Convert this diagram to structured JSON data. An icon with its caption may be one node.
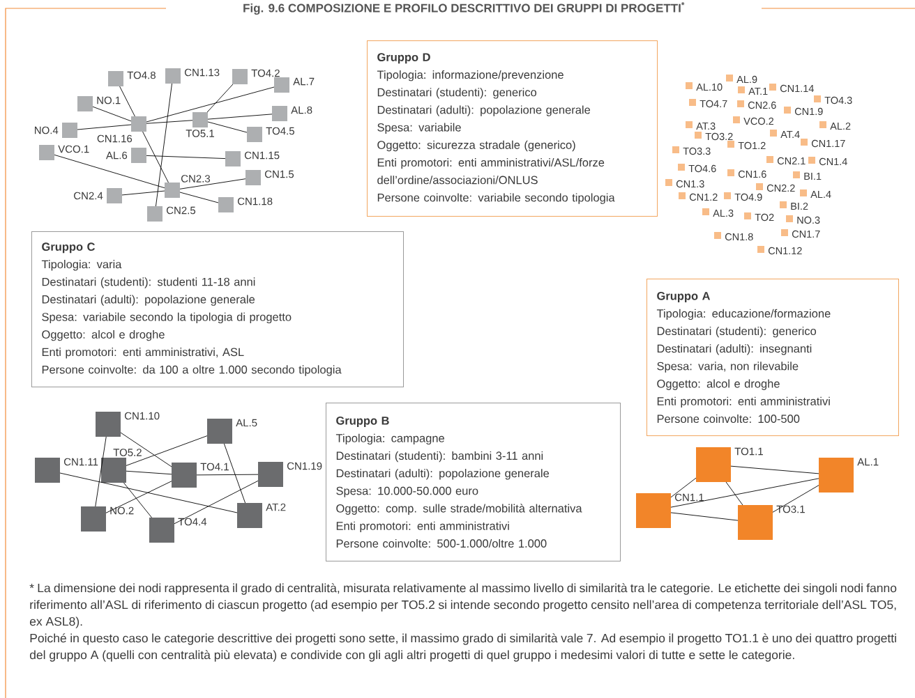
{
  "diagram": {
    "title": "Fig. 9.6 COMPOSIZIONE E PROFILO DESCRITTIVO DEI GRUPPI DI PROGETTI$^{*}$",
    "nodes": [
      {
        "text": [
          "TO4.8"
        ]
      },
      {
        "text": [
          "CN1.13"
        ]
      },
      {
        "text": [
          "TO4.2"
        ]
      },
      {
        "text": [
          "AL.7"
        ]
      },
      {
        "text": [
          "NO.1"
        ]
      },
      {
        "text": [
          "CN1.16"
        ]
      },
      {
        "text": [
          "TO5.1"
        ]
      },
      {
        "text": [
          "AL.8"
        ]
      },
      {
        "text": [
          "NO.4"
        ]
      },
      {
        "text": [
          "TO4.5"
        ]
      },
      {
        "text": [
          "VCO.1"
        ]
      },
      {
        "text": [
          "AL.6"
        ]
      },
      {
        "text": [
          "CN1.15"
        ]
      },
      {
        "text": [
          "CN1.5"
        ]
      },
      {
        "text": [
          "CN2.4"
        ]
      },
      {
        "text": [
          "CN2.3"
        ]
      },
      {
        "text": [
          "CN2.5"
        ]
      },
      {
        "text": [
          "CN1.18"
        ]
      },
      {
        "text": [
          "Gruppo D",
          "Tipologia: informazione/prevenzione",
          "Destinatari (studenti): generico",
          "Destinatari (adulti): popolazione generale",
          "Spesa: variabile",
          "Oggetto: sicurezza stradale (generico)",
          "Enti promotori: enti amministrativi/ASL/forze dell’ordine/associazioni/ONLUS",
          "Persone coinvolte: variabile secondo tipologia"
        ]
      },
      {
        "text": [
          "AL.9"
        ]
      },
      {
        "text": [
          "AL.10"
        ]
      },
      {
        "text": [
          "AT.1"
        ]
      },
      {
        "text": [
          "CN1.14"
        ]
      },
      {
        "text": [
          "TO4.3"
        ]
      },
      {
        "text": [
          "TO4.7"
        ]
      },
      {
        "text": [
          "CN2.6"
        ]
      },
      {
        "text": [
          "CN1.9"
        ]
      },
      {
        "text": [
          "VCO.2"
        ]
      },
      {
        "text": [
          "AL.2"
        ]
      },
      {
        "text": [
          "AT.3"
        ]
      },
      {
        "text": [
          "TO3.2"
        ]
      },
      {
        "text": [
          "AT.4"
        ]
      },
      {
        "text": [
          "CN1.17"
        ]
      },
      {
        "text": [
          "TO1.2"
        ]
      },
      {
        "text": [
          "TO3.3"
        ]
      },
      {
        "text": [
          "CN2.1"
        ]
      },
      {
        "text": [
          "CN1.4"
        ]
      },
      {
        "text": [
          "TO4.6"
        ]
      },
      {
        "text": [
          "CN1.6"
        ]
      },
      {
        "text": [
          "BI.1"
        ]
      },
      {
        "text": [
          "CN1.3"
        ]
      },
      {
        "text": [
          "CN2.2"
        ]
      },
      {
        "text": [
          "AL.4"
        ]
      },
      {
        "text": [
          "CN1.2"
        ]
      },
      {
        "text": [
          "TO4.9"
        ]
      },
      {
        "text": [
          "BI.2"
        ]
      },
      {
        "text": [
          "AL.3"
        ]
      },
      {
        "text": [
          "TO2"
        ]
      },
      {
        "text": [
          "NO.3"
        ]
      },
      {
        "text": [
          "CN1.8"
        ]
      },
      {
        "text": [
          "CN1.7"
        ]
      },
      {
        "text": [
          "CN1.12"
        ]
      },
      {
        "text": [
          "Gruppo C",
          "Tipologia: varia",
          "Destinatari (studenti): studenti 11-18 anni",
          "Destinatari (adulti): popolazione generale",
          "Spesa: variabile secondo la tipologia di progetto",
          "Oggetto: alcol e droghe",
          "Enti promotori: enti amministrativi, ASL",
          "Persone coinvolte: da 100 a oltre 1.000 secondo tipologia"
        ]
      },
      {
        "text": [
          "Gruppo A",
          "Tipologia: educazione/formazione",
          "Destinatari (studenti): generico",
          "Destinatari (adulti): insegnanti",
          "Spesa: varia, non rilevabile",
          "Oggetto: alcol e droghe",
          "Enti promotori: enti amministrativi",
          "Persone coinvolte: 100-500"
        ]
      },
      {
        "text": [
          "CN1.10"
        ]
      },
      {
        "text": [
          "AL.5"
        ]
      },
      {
        "text": [
          "CN1.11"
        ]
      },
      {
        "text": [
          "TO5.2"
        ]
      },
      {
        "text": [
          "TO4.1"
        ]
      },
      {
        "text": [
          "CN1.19"
        ]
      },
      {
        "text": [
          "NO.2"
        ]
      },
      {
        "text": [
          "TO4.4"
        ]
      },
      {
        "text": [
          "AT.2"
        ]
      },
      {
        "text": [
          "Gruppo B",
          "Tipologia: campagne",
          "Destinatari (studenti): bambini 3-11 anni",
          "Destinatari (adulti): popolazione generale",
          "Spesa: 10.000-50.000 euro",
          "Oggetto: comp. sulle strade/mobilità alternativa",
          "Enti promotori: enti amministrativi",
          "Persone coinvolte: 500-1.000/oltre 1.000"
        ]
      },
      {
        "text": [
          "TO1.1"
        ]
      },
      {
        "text": [
          "AL.1"
        ]
      },
      {
        "text": [
          "CN1.1"
        ]
      },
      {
        "text": [
          "TO3.1"
        ]
      }
    ],
    "edges": [
      {
        "from": 0,
        "to": 5,
        "arrow": "none"
      },
      {
        "from": 4,
        "to": 5,
        "arrow": "none"
      },
      {
        "from": 8,
        "to": 5,
        "arrow": "none"
      },
      {
        "from": 3,
        "to": 5,
        "arrow": "none"
      },
      {
        "from": 5,
        "to": 6,
        "arrow": "none"
      },
      {
        "from": 2,
        "to": 6,
        "arrow": "none"
      },
      {
        "from": 6,
        "to": 7,
        "arrow": "none"
      },
      {
        "from": 6,
        "to": 9,
        "arrow": "none"
      },
      {
        "from": 1,
        "to": 16,
        "arrow": "none"
      },
      {
        "from": 5,
        "to": 15,
        "arrow": "none"
      },
      {
        "from": 10,
        "to": 15,
        "arrow": "none"
      },
      {
        "from": 11,
        "to": 12,
        "arrow": "none"
      },
      {
        "from": 14,
        "to": 15,
        "arrow": "none"
      },
      {
        "from": 15,
        "to": 13,
        "arrow": "none"
      },
      {
        "from": 15,
        "to": 17,
        "arrow": "none"
      },
      {
        "from": 54,
        "to": 60,
        "arrow": "none"
      },
      {
        "from": 54,
        "to": 58,
        "arrow": "none"
      },
      {
        "from": 57,
        "to": 55,
        "arrow": "none"
      },
      {
        "from": 57,
        "to": 58,
        "arrow": "none"
      },
      {
        "from": 58,
        "to": 59,
        "arrow": "none"
      },
      {
        "from": 56,
        "to": 62,
        "arrow": "none"
      },
      {
        "from": 57,
        "to": 61,
        "arrow": "none"
      },
      {
        "from": 58,
        "to": 60,
        "arrow": "none"
      },
      {
        "from": 59,
        "to": 61,
        "arrow": "none"
      },
      {
        "from": 55,
        "to": 62,
        "arrow": "none"
      },
      {
        "from": 64,
        "to": 65,
        "arrow": "none"
      },
      {
        "from": 66,
        "to": 65,
        "arrow": "none"
      },
      {
        "from": 66,
        "to": 67,
        "arrow": "none"
      },
      {
        "from": 64,
        "to": 67,
        "arrow": "none"
      },
      {
        "from": 67,
        "to": 65,
        "arrow": "none"
      },
      {
        "from": 66,
        "to": 64,
        "arrow": "none"
      }
    ],
    "labels": [
      "* La dimensione dei nodi rappresenta il grado di centralità, misurata relativamente al massimo livello di similarità tra le categorie. Le etichette dei singoli nodi fanno riferimento all’ASL di riferimento di ciascun progetto (ad esempio per TO5.2 si intende secondo progetto censito nell’area di competenza territoriale dell’ASL TO5, ex ASL8).",
      "Poiché in questo caso le categorie descrittive dei progetti sono sette, il massimo grado di similarità vale 7. Ad esempio il progetto TO1.1 è uno dei quattro progetti del gruppo A (quelli con centralità più elevata) e condivide con gli agli altri progetti di quel gruppo i medesimi valori di tutte e sette le categorie."
    ]
  }
}
